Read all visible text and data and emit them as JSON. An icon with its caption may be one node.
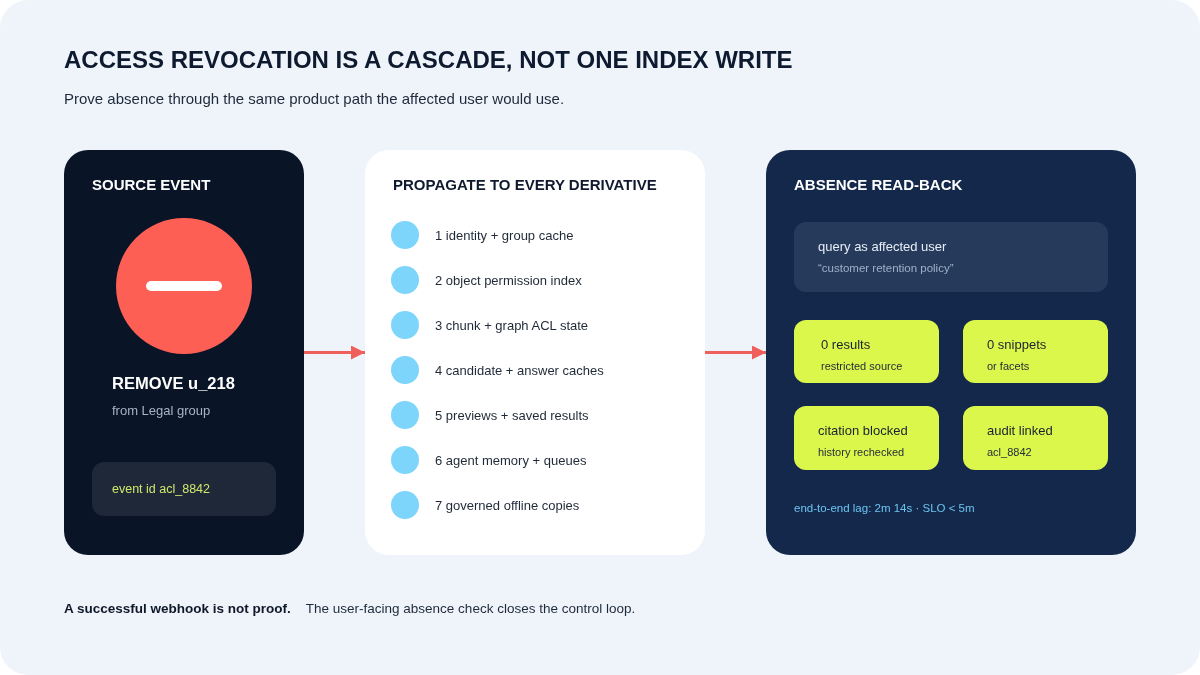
{
  "diagram": {
    "title": "ACCESS REVOCATION IS A CASCADE, NOT ONE INDEX WRITE",
    "nodes": [
      {
        "text": [
          "SOURCE EVENT",
          "REMOVE u_218",
          "from Legal group"
        ]
      },
      {
        "text": [
          "event id acl_8842"
        ],
        "in": 0
      },
      {
        "text": [
          "PROPAGATE TO EVERY DERIVATIVE"
        ]
      },
      {
        "text": [],
        "shape": "circle",
        "in": 2,
        "beside": [
          "1 identity + group cache"
        ]
      },
      {
        "text": [],
        "shape": "circle",
        "in": 2,
        "beside": [
          "2 object permission index"
        ]
      },
      {
        "text": [],
        "shape": "circle",
        "in": 2,
        "beside": [
          "3 chunk + graph ACL state"
        ]
      },
      {
        "text": [],
        "shape": "circle",
        "in": 2,
        "beside": [
          "4 candidate + answer caches"
        ]
      },
      {
        "text": [],
        "shape": "circle",
        "in": 2,
        "beside": [
          "5 previews + saved results"
        ]
      },
      {
        "text": [],
        "shape": "circle",
        "in": 2,
        "beside": [
          "6 agent memory + queues"
        ]
      },
      {
        "text": [],
        "shape": "circle",
        "in": 2,
        "beside": [
          "7 governed offline copies"
        ]
      },
      {
        "text": [
          "ABSENCE READ-BACK",
          "end-to-end lag: 2m 14s · SLO < 5m"
        ]
      },
      {
        "text": [
          "query as affected user",
          "“customer retention policy”"
        ],
        "in": 10
      },
      {
        "text": [
          "0 results",
          "restricted source"
        ],
        "in": 10
      },
      {
        "text": [
          "0 snippets",
          "or facets"
        ],
        "in": 10
      },
      {
        "text": [
          "citation blocked",
          "history rechecked"
        ],
        "in": 10
      },
      {
        "text": [
          "audit linked",
          "acl_8842"
        ],
        "in": 10
      }
    ],
    "edges": [
      {
        "from": 0,
        "to": 2,
        "arrow": "to"
      },
      {
        "from": 2,
        "to": 10,
        "arrow": "to"
      }
    ],
    "labels": [
      "Prove absence through the same product path the affected user would use.",
      "A successful webhook is not proof.",
      "The user-facing absence check closes the control loop."
    ]
  }
}
